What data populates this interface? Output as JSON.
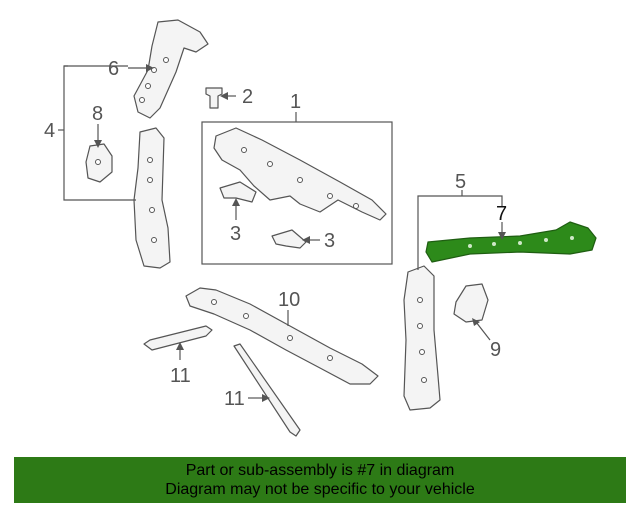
{
  "callouts": {
    "c1": "1",
    "c2": "2",
    "c3a": "3",
    "c3b": "3",
    "c4": "4",
    "c5": "5",
    "c6": "6",
    "c7": "7",
    "c8": "8",
    "c9": "9",
    "c10": "10",
    "c11a": "11",
    "c11b": "11"
  },
  "banner": {
    "line1": "Part or sub-assembly is #7 in diagram",
    "line2": "Diagram may not be specific to your vehicle"
  },
  "colors": {
    "highlight_part": "#2d8a1a",
    "banner_bg": "#2d7a16",
    "line": "#555555"
  }
}
